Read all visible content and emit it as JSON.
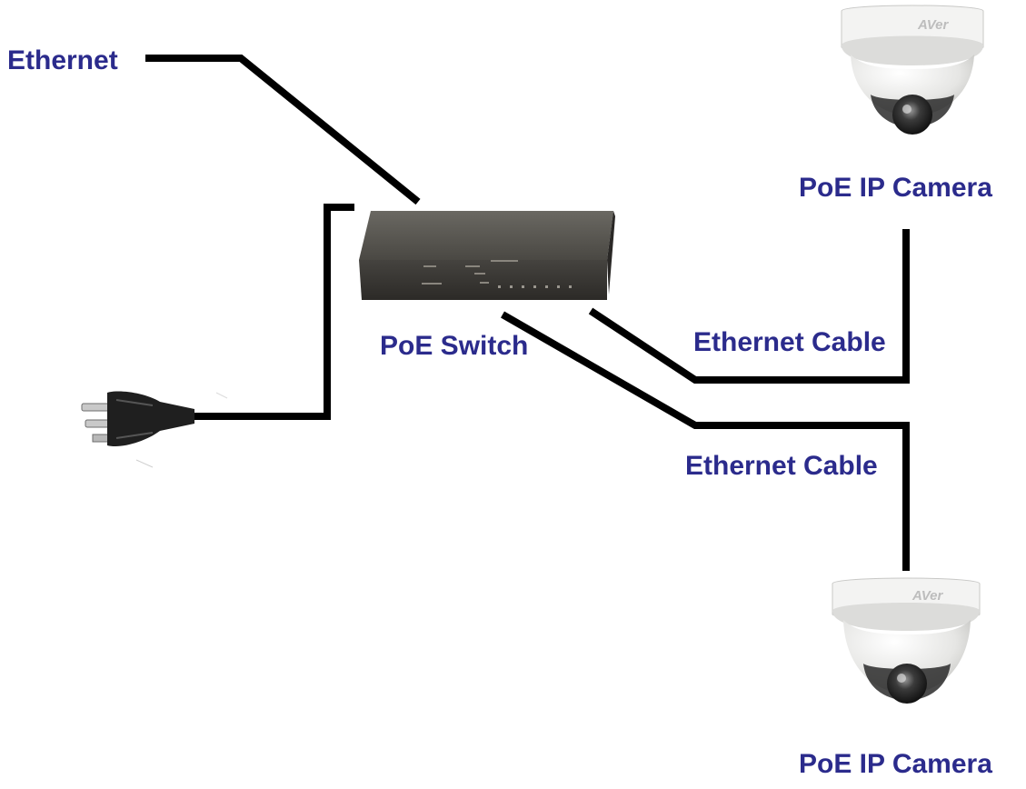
{
  "labels": {
    "ethernet": "Ethernet",
    "poe_switch": "PoE Switch",
    "camera_top": "PoE IP Camera",
    "camera_bottom": "PoE IP Camera",
    "cable_top": "Ethernet Cable",
    "cable_bottom": "Ethernet Cable"
  },
  "camera_brand": "AVer",
  "colors": {
    "label_text": "#2b2b8c",
    "cable": "#000000",
    "switch_body": "#3d3a36",
    "camera_dome": "#e8e8e6"
  }
}
